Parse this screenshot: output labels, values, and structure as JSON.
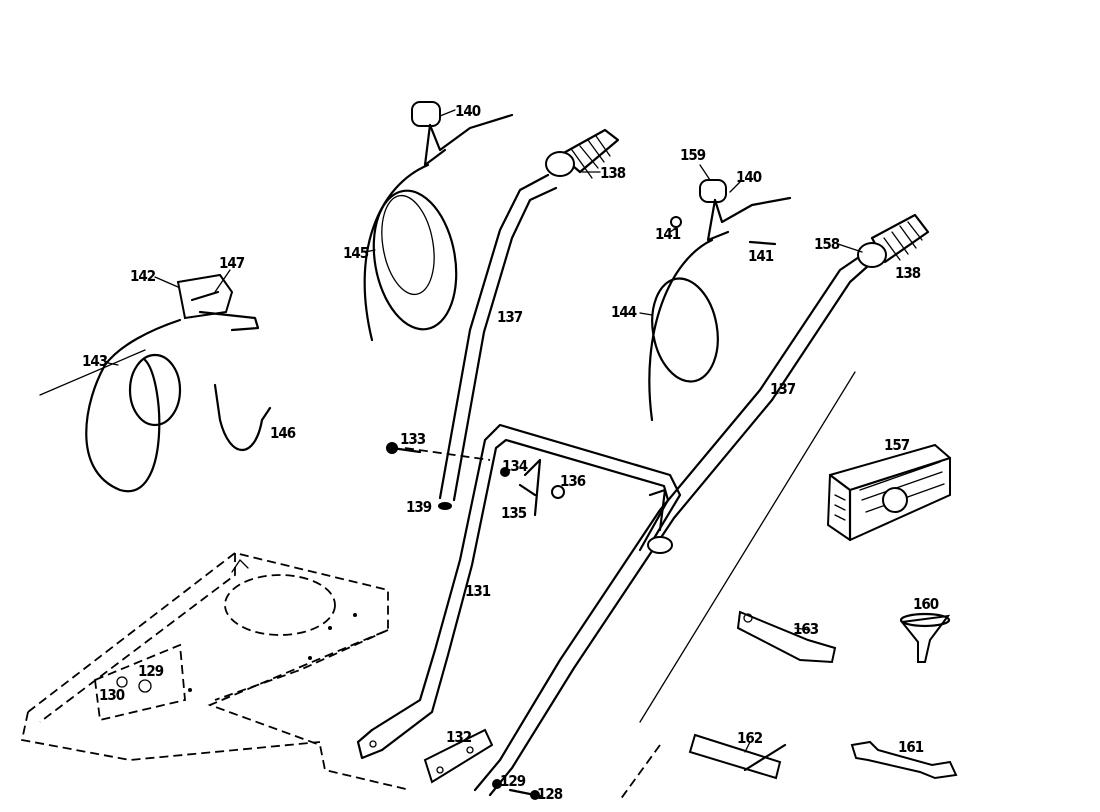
{
  "labels": {
    "l140a": "140",
    "l138a": "138",
    "l145": "145",
    "l137a": "137",
    "l159": "159",
    "l140b": "140",
    "l141a": "141",
    "l141b": "141",
    "l158": "158",
    "l138b": "138",
    "l144": "144",
    "l137b": "137",
    "l142": "142",
    "l147": "147",
    "l143": "143",
    "l146": "146",
    "l133": "133",
    "l139": "139",
    "l134": "134",
    "l136": "136",
    "l135": "135",
    "l157": "157",
    "l131": "131",
    "l163": "163",
    "l160": "160",
    "l129a": "129",
    "l130": "130",
    "l132": "132",
    "l162": "162",
    "l161": "161",
    "l129b": "129",
    "l128": "128"
  }
}
